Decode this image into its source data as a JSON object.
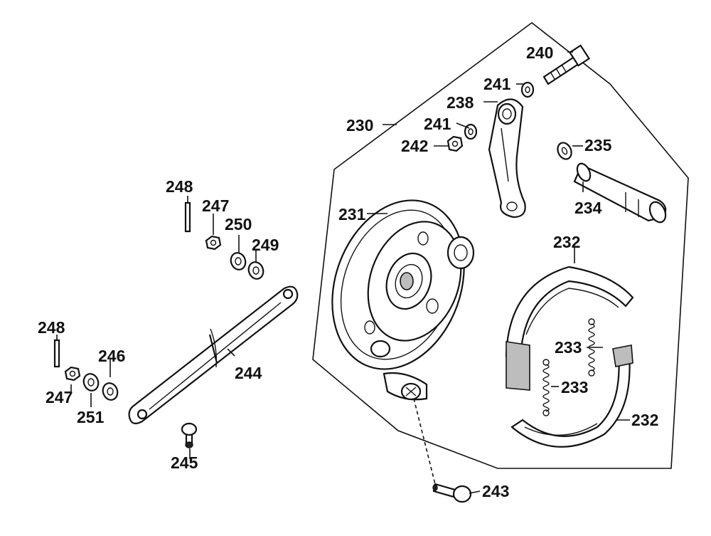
{
  "parts": [
    {
      "id": "p230",
      "number": "230"
    },
    {
      "id": "p231",
      "number": "231"
    },
    {
      "id": "p232a",
      "number": "232"
    },
    {
      "id": "p232b",
      "number": "232"
    },
    {
      "id": "p233a",
      "number": "233"
    },
    {
      "id": "p233b",
      "number": "233"
    },
    {
      "id": "p234",
      "number": "234"
    },
    {
      "id": "p235",
      "number": "235"
    },
    {
      "id": "p238",
      "number": "238"
    },
    {
      "id": "p240",
      "number": "240"
    },
    {
      "id": "p241a",
      "number": "241"
    },
    {
      "id": "p241b",
      "number": "241"
    },
    {
      "id": "p242",
      "number": "242"
    },
    {
      "id": "p243",
      "number": "243"
    },
    {
      "id": "p244",
      "number": "244"
    },
    {
      "id": "p245",
      "number": "245"
    },
    {
      "id": "p246",
      "number": "246"
    },
    {
      "id": "p247a",
      "number": "247"
    },
    {
      "id": "p247b",
      "number": "247"
    },
    {
      "id": "p248a",
      "number": "248"
    },
    {
      "id": "p248b",
      "number": "248"
    },
    {
      "id": "p249",
      "number": "249"
    },
    {
      "id": "p250",
      "number": "250"
    },
    {
      "id": "p251",
      "number": "251"
    }
  ]
}
